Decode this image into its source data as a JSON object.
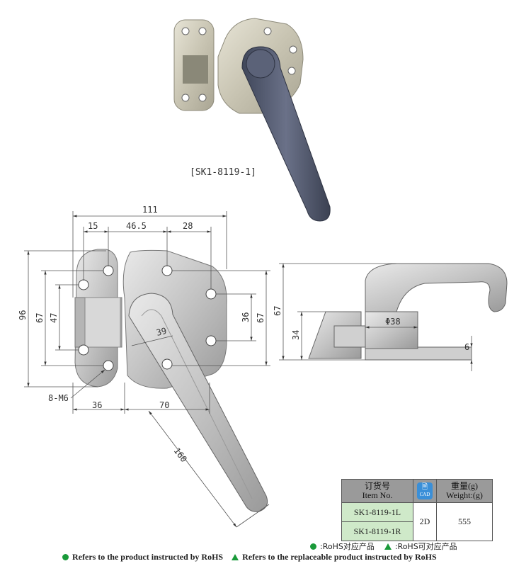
{
  "product": {
    "model_label": "[SK1-8119-1]"
  },
  "dimensions": {
    "d111": "111",
    "d15": "15",
    "d46_5": "46.5",
    "d28": "28",
    "d96": "96",
    "d67_left": "67",
    "d47": "47",
    "d36_right": "36",
    "d67_right": "67",
    "d39": "39",
    "d8m6": "8-M6",
    "d36_bottom": "36",
    "d70": "70",
    "d160": "160",
    "side_67": "67",
    "side_34": "34",
    "side_phi38": "Φ38",
    "side_6": "6"
  },
  "table": {
    "col1_cn": "订货号",
    "col1_en": "Item No.",
    "cad_label": "CAD",
    "col3_cn": "重量(g)",
    "col3_en": "Weight:(g)",
    "rows": [
      {
        "item": "SK1-8119-1L"
      },
      {
        "item": "SK1-8119-1R"
      }
    ],
    "cad_value": "2D",
    "weight_value": "555"
  },
  "legend": {
    "rohs_cn_a": ":RoHS对应产品",
    "rohs_cn_b": ":RoHS可对应产品",
    "rohs_en_a": "Refers to the product instructed by RoHS",
    "rohs_en_b": "Refers to the replaceable product instructed by RoHS",
    "marker_color": "#1a9a3a"
  }
}
